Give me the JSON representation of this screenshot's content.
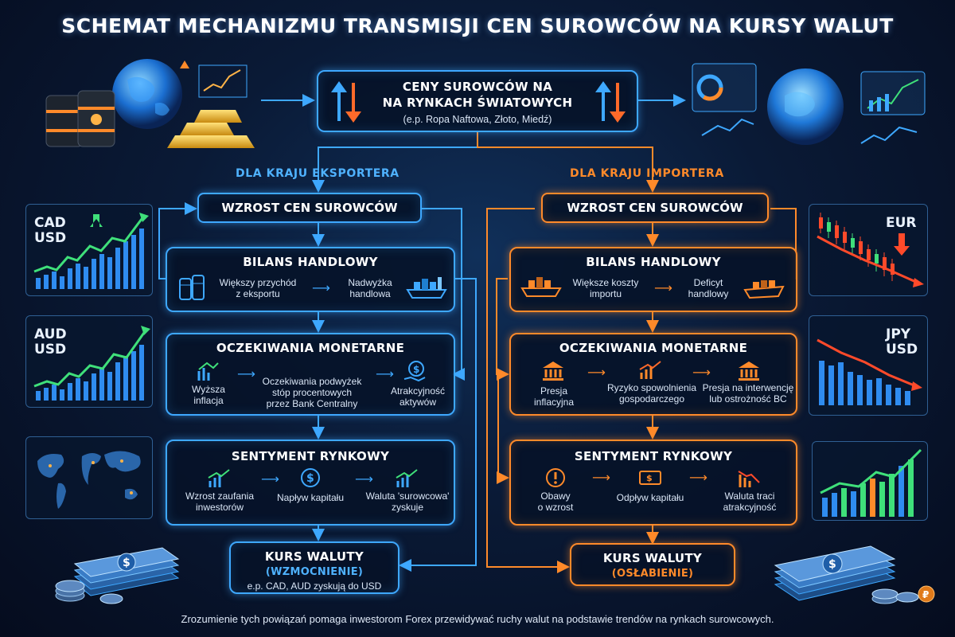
{
  "title": "SCHEMAT MECHANIZMU TRANSMISJI CEN SUROWCÓW NA KURSY WALUT",
  "top": {
    "line1": "CENY SUROWCÓW NA",
    "line2": "NA RYNKACH ŚWIATOWYCH",
    "sub": "(e.p. Ropa Naftowa, Złoto, Miedź)"
  },
  "exporter": {
    "label": "DLA KRAJU EKSPORTERA",
    "rise": "WZROST CEN SUROWCÓW",
    "trade": {
      "title": "BILANS HANDLOWY",
      "a": "Większy przychód\nz eksportu",
      "b": "Nadwyżka\nhandlowa"
    },
    "monetary": {
      "title": "OCZEKIWANIA MONETARNE",
      "a": "Wyższa\ninflacja",
      "b": "Oczekiwania podwyżek\nstóp procentowych\nprzez Bank Centralny",
      "c": "Atrakcyjność\naktywów"
    },
    "sentiment": {
      "title": "SENTYMENT RYNKOWY",
      "a": "Wzrost zaufania\ninwestorów",
      "b": "Napływ kapitału",
      "c": "Waluta 'surowcowa'\nzyskuje"
    },
    "result": {
      "title": "KURS WALUTY",
      "sub": "(WZMOCNIENIE)",
      "note": "e.p. CAD, AUD zyskują do USD"
    }
  },
  "importer": {
    "label": "DLA KRAJU IMPORTERA",
    "rise": "WZROST CEN SUROWCÓW",
    "trade": {
      "title": "BILANS HANDLOWY",
      "a": "Większe koszty\nimportu",
      "b": "Deficyt\nhandlowy"
    },
    "monetary": {
      "title": "OCZEKIWANIA MONETARNE",
      "a": "Presja\ninflacyjna",
      "b": "Ryzyko spowolnienia\ngospodarczego",
      "c": "Presja na interwencję\nlub ostrożność BC"
    },
    "sentiment": {
      "title": "SENTYMENT RYNKOWY",
      "a": "Obawy\no wzrost",
      "b": "Odpływ kapitału",
      "c": "Waluta traci\natrakcyjność"
    },
    "result": {
      "title": "KURS WALUTY",
      "sub": "(OSŁABIENIE)"
    }
  },
  "side_panels": {
    "cad": "CAD\nUSD",
    "aud": "AUD\nUSD",
    "eur": "EUR",
    "jpy": "JPY\nUSD"
  },
  "footer": "Zrozumienie tych powiązań pomaga inwestorom Forex przewidywać ruchy walut na podstawie trendów na rynkach surowcowych.",
  "colors": {
    "exporter": "#3ea8ff",
    "importer": "#ff8a2a",
    "up": "#3fe07a",
    "down": "#ff4a2a"
  }
}
